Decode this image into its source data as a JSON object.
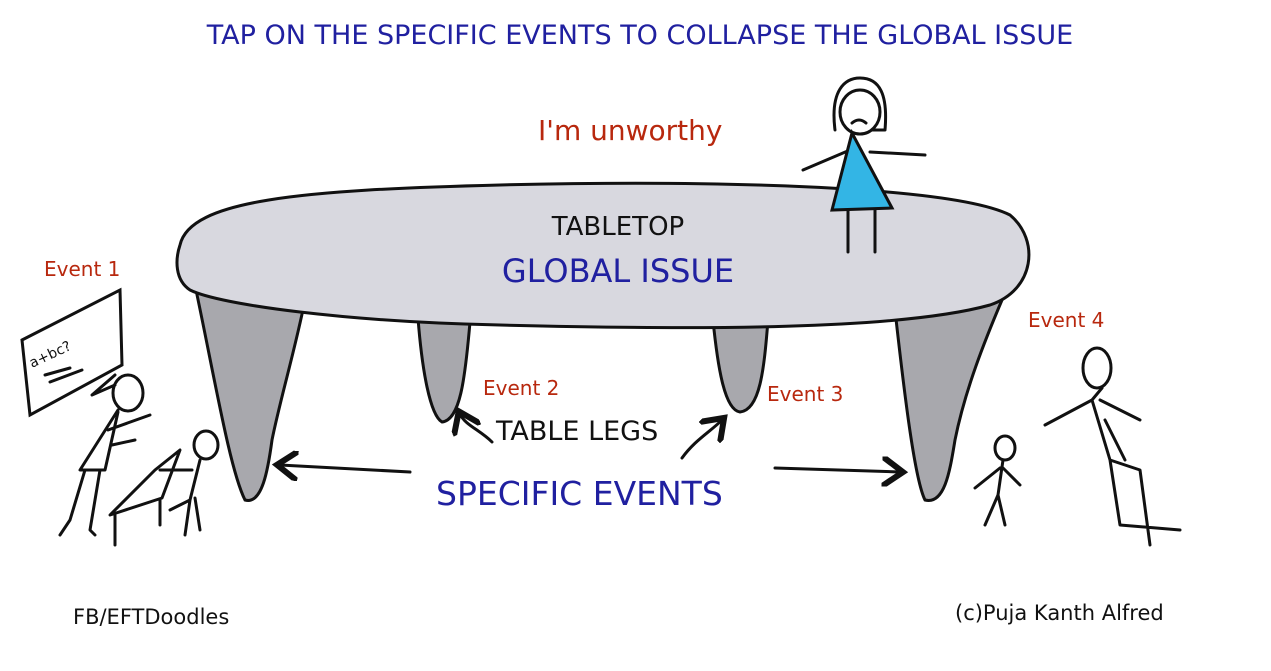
{
  "title": "TAP ON THE SPECIFIC EVENTS TO COLLAPSE THE GLOBAL ISSUE",
  "belief": "I'm unworthy",
  "tabletop": {
    "label": "TABLETOP",
    "issue": "GLOBAL ISSUE"
  },
  "events": [
    "Event 1",
    "Event 2",
    "Event 3",
    "Event 4"
  ],
  "legs_label": "TABLE LEGS",
  "specific_label": "SPECIFIC EVENTS",
  "board_text": "a+bc?",
  "credits": {
    "left": "FB/EFTDoodles",
    "right": "(c)Puja Kanth Alfred"
  },
  "colors": {
    "title": "#2020a0",
    "event": "#b8280e",
    "table": "#d8d8df",
    "legs": "#a8a8ad",
    "dress": "#33b5e5"
  }
}
